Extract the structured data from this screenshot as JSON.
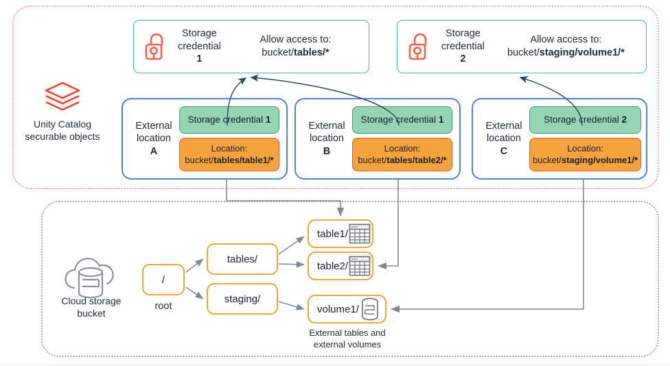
{
  "regions": {
    "unity_catalog": {
      "icon": "databricks-layers-icon",
      "caption": "Unity Catalog\nsecurable objects",
      "border_color": "#f4a79c"
    },
    "cloud_storage": {
      "icon": "cloud-database-icon",
      "caption": "Cloud storage\nbucket",
      "border_color": "#9aa8b5"
    }
  },
  "credentials": [
    {
      "id": "storage-credential-1",
      "icon": "lock-icon",
      "title_line1": "Storage",
      "title_line2": "credential",
      "number": "1",
      "allow_line1": "Allow access to:",
      "allow_prefix": "bucket/",
      "allow_bold": "tables/*"
    },
    {
      "id": "storage-credential-2",
      "icon": "lock-icon",
      "title_line1": "Storage",
      "title_line2": "credential",
      "number": "2",
      "allow_line1": "Allow access to:",
      "allow_prefix": "bucket/",
      "allow_bold": "staging/volume1/*"
    }
  ],
  "external_locations": [
    {
      "id": "external-location-a",
      "label_line1": "External",
      "label_line2": "location",
      "letter": "A",
      "credential_chip_text": "Storage credential",
      "credential_chip_number": "1",
      "location_label": "Location:",
      "location_prefix": "bucket/",
      "location_bold": "tables/table1/*"
    },
    {
      "id": "external-location-b",
      "label_line1": "External",
      "label_line2": "location",
      "letter": "B",
      "credential_chip_text": "Storage credential",
      "credential_chip_number": "1",
      "location_label": "Location:",
      "location_prefix": "bucket/",
      "location_bold": "tables/table2/*"
    },
    {
      "id": "external-location-c",
      "label_line1": "External",
      "label_line2": "location",
      "letter": "C",
      "credential_chip_text": "Storage credential",
      "credential_chip_number": "2",
      "location_label": "Location:",
      "location_prefix": "bucket/",
      "location_bold": "staging/volume1/*"
    }
  ],
  "storage_tree": {
    "root": {
      "label": "/",
      "caption": "root"
    },
    "folders": [
      {
        "id": "folder-tables",
        "label": "tables/"
      },
      {
        "id": "folder-staging",
        "label": "staging/"
      }
    ],
    "leaves": [
      {
        "id": "node-table1",
        "label": "table1/",
        "icon": "table-icon"
      },
      {
        "id": "node-table2",
        "label": "table2/",
        "icon": "table-icon"
      },
      {
        "id": "node-volume1",
        "label": "volume1/",
        "icon": "volume-database-icon"
      }
    ],
    "caption": "External tables and\nexternal volumes"
  },
  "colors": {
    "credential_border": "#3ebd93",
    "credential_chip_fill": "#94d5b4",
    "location_chip_fill": "#f7a33c",
    "location_chip_border": "#f2552c",
    "external_location_border": "#4a7ff0",
    "tree_node_border": "#f5a623",
    "lock_icon": "#fb5c4a",
    "uc_logo": "#ff3621",
    "connector": "#7d8a93",
    "credential_arrow": "#2b4a5e"
  }
}
